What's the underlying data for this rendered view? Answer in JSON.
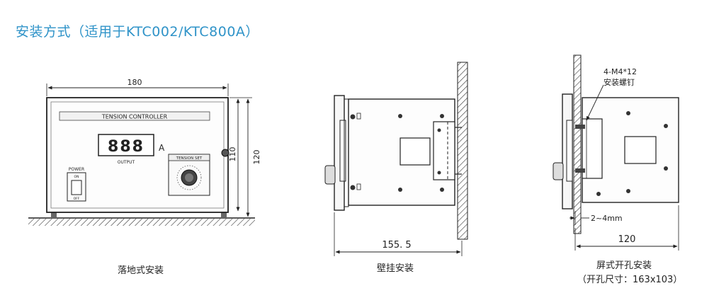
{
  "title": "安装方式（适用于KTC002/KTC800A）",
  "floor": {
    "dim_width": "180",
    "dim_h1": "110",
    "dim_h2": "120",
    "panel_label": "TENSION CONTROLLER",
    "display_digits": "888",
    "display_unit": "A",
    "output_label": "OUTPUT",
    "power_label": "POWER",
    "power_on": "ON",
    "power_off": "OFF",
    "knob_label": "TENSION SET",
    "caption": "落地式安装"
  },
  "wall": {
    "dim_depth": "155. 5",
    "caption": "壁挂安装"
  },
  "panel": {
    "screw_label_1": "4-M4*12",
    "screw_label_2": "安装螺钉",
    "gap_label": "2~4mm",
    "dim_depth": "120",
    "caption_1": "屏式开孔安装",
    "caption_2": "（开孔尺寸：163x103）"
  }
}
